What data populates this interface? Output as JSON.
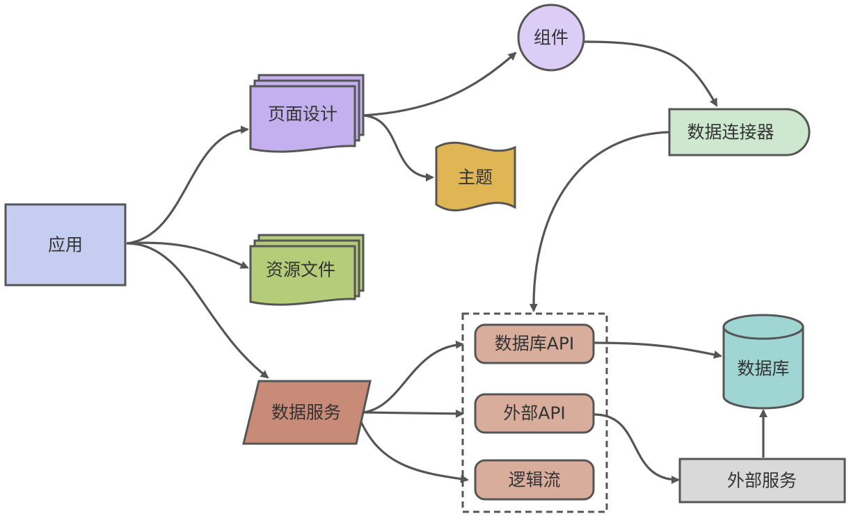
{
  "nodes": {
    "app": {
      "label": "应用",
      "color": "#c5cdf0"
    },
    "page_design": {
      "label": "页面设计",
      "color": "#c4b0ee"
    },
    "component": {
      "label": "组件",
      "color": "#dccdf6"
    },
    "theme": {
      "label": "主题",
      "color": "#e0b654"
    },
    "resources": {
      "label": "资源文件",
      "color": "#b5cc78"
    },
    "data_connector": {
      "label": "数据连接器",
      "color": "#cde8cf"
    },
    "data_service": {
      "label": "数据服务",
      "color": "#c78b78"
    },
    "database_api": {
      "label": "数据库API",
      "color": "#d9ad9c"
    },
    "external_api": {
      "label": "外部API",
      "color": "#d9ad9c"
    },
    "logic_flow": {
      "label": "逻辑流",
      "color": "#d9ad9c"
    },
    "database": {
      "label": "数据库",
      "color": "#9fd6d4"
    },
    "external_service": {
      "label": "外部服务",
      "color": "#d9d9d9"
    }
  },
  "edges": [
    {
      "from": "app",
      "to": "page_design"
    },
    {
      "from": "app",
      "to": "resources"
    },
    {
      "from": "app",
      "to": "data_service"
    },
    {
      "from": "page_design",
      "to": "component"
    },
    {
      "from": "page_design",
      "to": "theme"
    },
    {
      "from": "component",
      "to": "data_connector"
    },
    {
      "from": "data_connector",
      "to": "api_group"
    },
    {
      "from": "data_service",
      "to": "database_api"
    },
    {
      "from": "data_service",
      "to": "external_api"
    },
    {
      "from": "data_service",
      "to": "logic_flow"
    },
    {
      "from": "database_api",
      "to": "database"
    },
    {
      "from": "external_api",
      "to": "external_service"
    },
    {
      "from": "external_service",
      "to": "database"
    }
  ],
  "colors": {
    "stroke": "#555555",
    "text": "#333333"
  }
}
